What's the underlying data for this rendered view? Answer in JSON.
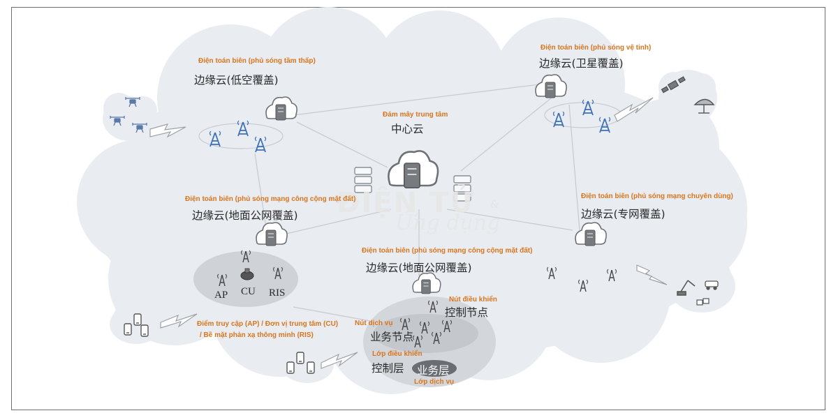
{
  "central_cloud": {
    "vi": "Đám mây trung tâm",
    "zh": "中心云"
  },
  "edge_low_altitude": {
    "vi": "Điện toán biên (phủ sóng tầm thấp)",
    "zh": "边缘云(低空覆盖)"
  },
  "edge_satellite": {
    "vi": "Điện toán biên (phủ sóng vệ tinh)",
    "zh": "边缘云(卫星覆盖)"
  },
  "edge_ground_public_left": {
    "vi": "Điện toán biên (phủ sóng mạng công cộng mặt đất)",
    "zh": "边缘云(地面公网覆盖)"
  },
  "edge_private": {
    "vi": "Điện toán biên (phủ sóng mạng chuyên dùng)",
    "zh": "边缘云(专网覆盖)"
  },
  "edge_ground_public_center": {
    "vi": "Điện toán biên (phủ sóng mạng công cộng mặt đất)",
    "zh": "边缘云(地面公网覆盖)"
  },
  "access_group": {
    "ap": "AP",
    "cu": "CU",
    "ris": "RIS",
    "vi_line1": "Điểm truy cập (AP) / Đơn vị trung tâm (CU)",
    "vi_line2": "/ Bề mặt phản xạ thông minh (RIS)"
  },
  "control_node": {
    "vi": "Nút điều khiển",
    "zh": "控制节点"
  },
  "service_node": {
    "vi": "Nút dịch vụ",
    "zh": "业务节点"
  },
  "control_layer": {
    "vi": "Lớp điều khiển",
    "zh": "控制层"
  },
  "service_layer": {
    "vi": "Lớp dịch vụ",
    "zh": "业务层"
  },
  "watermark": {
    "line1": "ĐIỆN TỬ",
    "line2": "Ứng dụng",
    "amp": "&"
  },
  "colors": {
    "cloud": "#e9edf2",
    "line": "#c8ccd2",
    "antenna": "#3b6fb6",
    "accent": "#d9751d",
    "device": "#555555"
  }
}
